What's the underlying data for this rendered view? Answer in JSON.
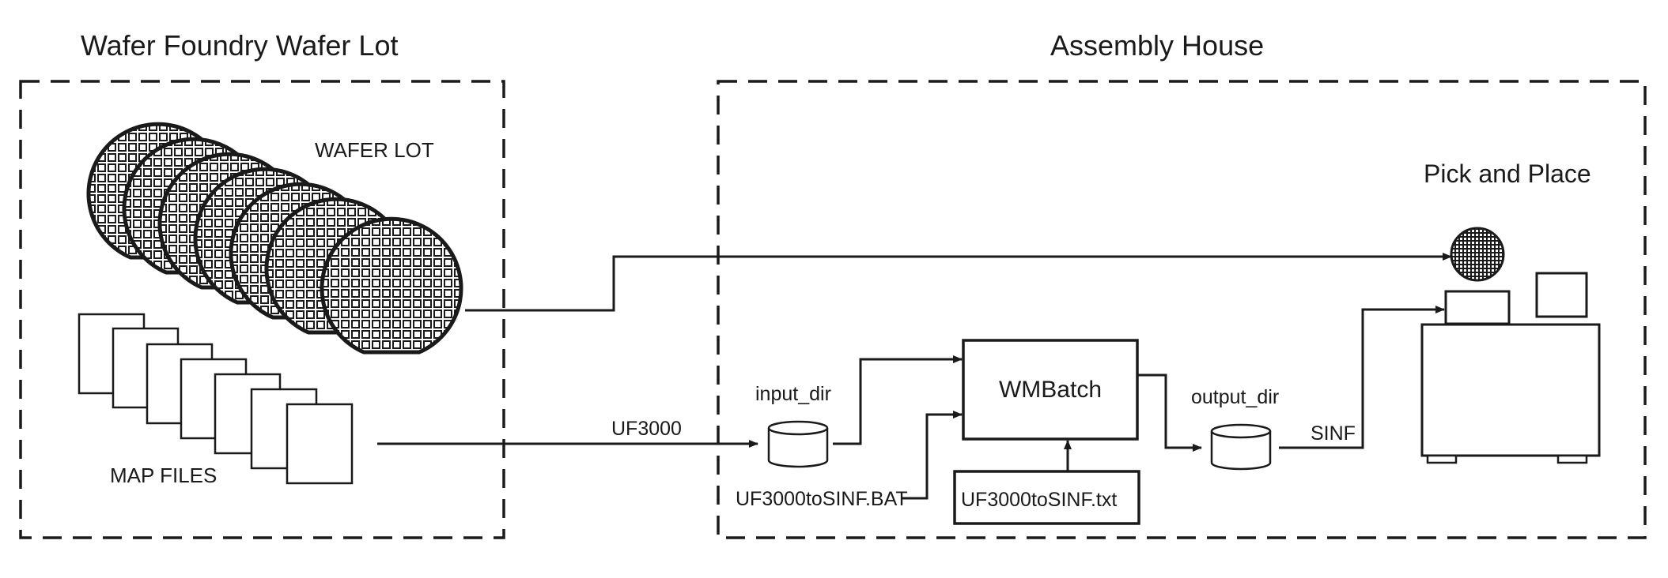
{
  "colors": {
    "ink": "#1a1a1a",
    "background": "#ffffff"
  },
  "regions": {
    "foundry_title": "Wafer Foundry Wafer Lot",
    "assembly_title": "Assembly House"
  },
  "labels": {
    "wafer_lot": "WAFER LOT",
    "map_files": "MAP FILES",
    "pick_and_place": "Pick and Place",
    "uf3000": "UF3000",
    "input_dir": "input_dir",
    "output_dir": "output_dir",
    "wmbatch": "WMBatch",
    "bat_file": "UF3000toSINF.BAT",
    "txt_file": "UF3000toSINF.txt",
    "sinf": "SINF"
  },
  "icons": {
    "wafer": "wafer-icon",
    "map_file": "document-icon",
    "directory": "database-cylinder-icon",
    "machine": "pick-and-place-machine-icon"
  }
}
